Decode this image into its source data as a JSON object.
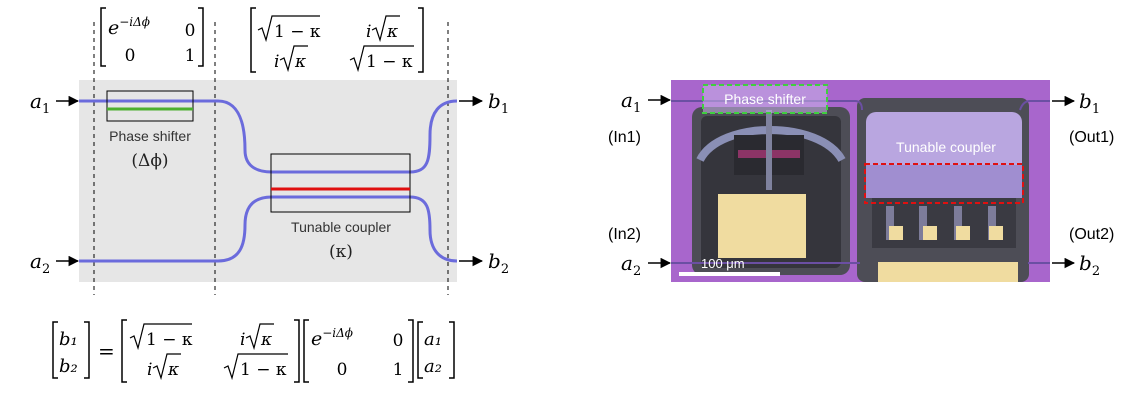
{
  "left_schematic": {
    "inputs": {
      "a1": {
        "base": "a",
        "sub": "1"
      },
      "a2": {
        "base": "a",
        "sub": "2"
      }
    },
    "outputs": {
      "b1": {
        "base": "b",
        "sub": "1"
      },
      "b2": {
        "base": "b",
        "sub": "2"
      }
    },
    "phase_shifter": {
      "label": "Phase shifter",
      "symbol": "(Δϕ)"
    },
    "tunable_coupler": {
      "label": "Tunable coupler",
      "symbol": "(κ)"
    },
    "matrix_phase": {
      "m11_base": "e",
      "m11_sup": "−iΔϕ",
      "m12": "0",
      "m21": "0",
      "m22": "1"
    },
    "matrix_coupler": {
      "sqrt_arg": "1 − κ",
      "i": "i",
      "kappa": "κ"
    },
    "equation": {
      "b1": "b₁",
      "b2": "b₂",
      "equals": "=",
      "a1": "a₁",
      "a2": "a₂"
    }
  },
  "chip_photo": {
    "phase_shifter_label": "Phase shifter",
    "tunable_coupler_label": "Tunable coupler",
    "scale_bar_label": "100 μm",
    "in1_label": "(In1)",
    "in2_label": "(In2)",
    "out1_label": "(Out1)",
    "out2_label": "(Out2)",
    "a1": {
      "base": "a",
      "sub": "1"
    },
    "a2": {
      "base": "a",
      "sub": "2"
    },
    "b1": {
      "base": "b",
      "sub": "1"
    },
    "b2": {
      "base": "b",
      "sub": "2"
    }
  },
  "colors": {
    "waveguide": "#6b6bdc",
    "phase_line": "#4caf30",
    "coupler_line": "#e01010",
    "panel_bg": "#e6e6e6",
    "chip_purple": "#a866cc",
    "pad_gold": "#f0dca0",
    "dash_green": "#3fcf3f",
    "dash_red": "#e01010"
  }
}
